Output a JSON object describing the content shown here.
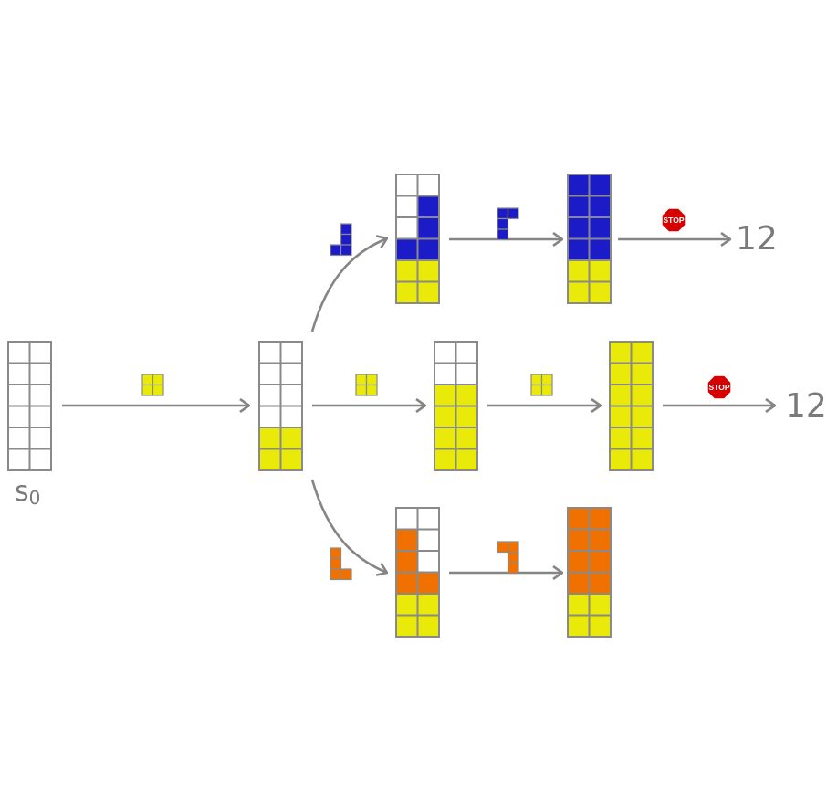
{
  "colors": {
    "grid": "#8a8a8a",
    "empty": "#ffffff",
    "yellow": "#eaea0a",
    "blue": "#1b1bc8",
    "orange": "#f07000",
    "arrow": "#858585",
    "stop": "#d60000"
  },
  "start_state": {
    "name": "s",
    "subscript": "0"
  },
  "states": [
    {
      "id": "s0",
      "rows": [
        "EE",
        "EE",
        "EE",
        "EE",
        "EE",
        "EE"
      ]
    },
    {
      "id": "after-square",
      "rows": [
        "EE",
        "EE",
        "EE",
        "EE",
        "YY",
        "YY"
      ]
    },
    {
      "id": "top-1",
      "rows": [
        "EE",
        "EB",
        "EB",
        "BB",
        "YY",
        "YY"
      ]
    },
    {
      "id": "top-2",
      "rows": [
        "BB",
        "BB",
        "BB",
        "BB",
        "YY",
        "YY"
      ]
    },
    {
      "id": "mid-1",
      "rows": [
        "EE",
        "EE",
        "YY",
        "YY",
        "YY",
        "YY"
      ]
    },
    {
      "id": "mid-2",
      "rows": [
        "YY",
        "YY",
        "YY",
        "YY",
        "YY",
        "YY"
      ]
    },
    {
      "id": "bot-1",
      "rows": [
        "EE",
        "OE",
        "OE",
        "OO",
        "YY",
        "YY"
      ]
    },
    {
      "id": "bot-2",
      "rows": [
        "OO",
        "OO",
        "OO",
        "OO",
        "YY",
        "YY"
      ]
    }
  ],
  "actions": [
    {
      "id": "square-1",
      "piece": "square",
      "color": "yellow"
    },
    {
      "id": "j-piece",
      "piece": "J",
      "color": "blue"
    },
    {
      "id": "square-2",
      "piece": "square",
      "color": "yellow"
    },
    {
      "id": "l-piece",
      "piece": "L",
      "color": "orange"
    },
    {
      "id": "blue-corner",
      "piece": "corner-top-left",
      "color": "blue"
    },
    {
      "id": "square-3",
      "piece": "square",
      "color": "yellow"
    },
    {
      "id": "orange-corner",
      "piece": "corner-top-right",
      "color": "orange"
    }
  ],
  "terminals": [
    {
      "id": "top",
      "stop_label": "STOP",
      "reward": "12"
    },
    {
      "id": "mid",
      "stop_label": "STOP",
      "reward": "12"
    }
  ]
}
